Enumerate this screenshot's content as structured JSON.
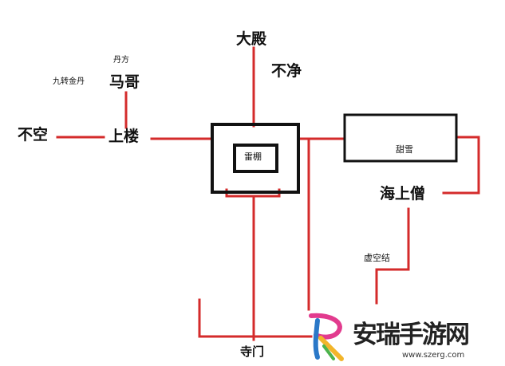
{
  "diagram": {
    "palette": {
      "path": "#d42b2b",
      "wall": "#111111",
      "text": "#111111"
    },
    "labels": {
      "dadian": "大殿",
      "bujing": "不净",
      "danfang": "丹方",
      "jiuzhuan": "九转金丹",
      "mage": "马哥",
      "bukong": "不空",
      "shanglou": "上楼",
      "leiyin": "雷棚",
      "tianxue": "甜雪",
      "haishangseng": "海上僧",
      "xukongjie": "虚空结",
      "simen": "寺门"
    }
  },
  "watermark": {
    "name": "安瑞手游网",
    "url": "www.szerg.com"
  }
}
